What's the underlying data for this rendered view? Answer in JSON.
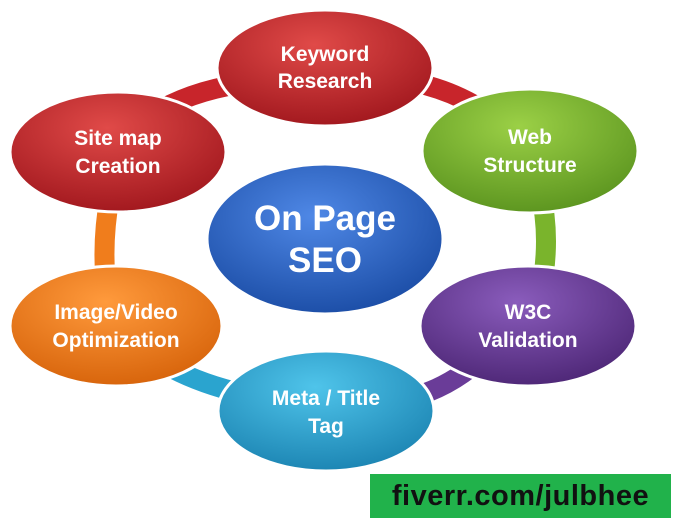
{
  "diagram": {
    "center": {
      "line1": "On Page",
      "line2": "SEO",
      "color": "#2a62c4"
    },
    "nodes": [
      {
        "id": "keyword-research",
        "line1": "Keyword",
        "line2": "Research",
        "color": "#c8252b"
      },
      {
        "id": "web-structure",
        "line1": "Web",
        "line2": "Structure",
        "color": "#7ab42c"
      },
      {
        "id": "w3c-validation",
        "line1": "W3C",
        "line2": "Validation",
        "color": "#6a3c98"
      },
      {
        "id": "meta-title-tag",
        "line1": "Meta / Title",
        "line2": "Tag",
        "color": "#2aa4cf"
      },
      {
        "id": "image-video-optimization",
        "line1": "Image/Video",
        "line2": "Optimization",
        "color": "#f07d1c"
      },
      {
        "id": "site-map-creation",
        "line1": "Site map",
        "line2": "Creation",
        "color": "#c8252b"
      }
    ],
    "ring_colors": [
      "#c8252b",
      "#7ab42c",
      "#6a3c98",
      "#2aa4cf",
      "#f07d1c",
      "#c8252b"
    ]
  },
  "footer": {
    "text": "fiverr.com/julbhee",
    "background": "#21b24b"
  }
}
